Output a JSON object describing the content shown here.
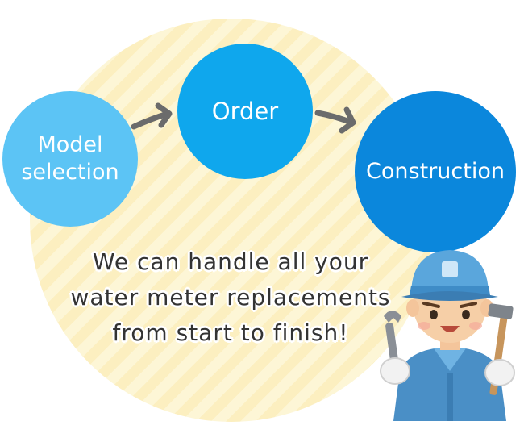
{
  "steps": [
    {
      "label": "Model\nselection",
      "color": "#5cc4f5"
    },
    {
      "label": "Order",
      "color": "#0fa7ed"
    },
    {
      "label": "Construction",
      "color": "#0b87dc"
    }
  ],
  "message": "We can handle all your\nwater meter replacements\nfrom start to finish!",
  "colors": {
    "background_circle": "#fdf6d6",
    "stripe": "#fcefc0",
    "arrow": "#6b6b6b",
    "text": "#333333"
  },
  "icons": [
    "right-arrow-icon",
    "worker-illustration"
  ]
}
